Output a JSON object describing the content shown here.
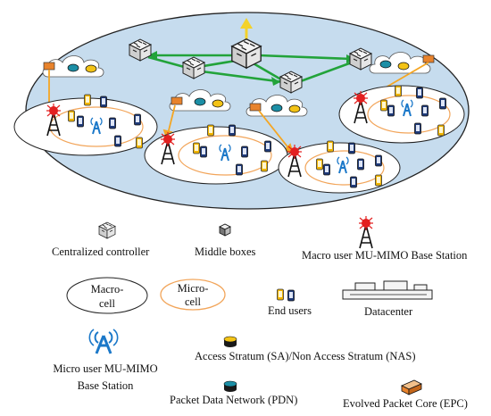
{
  "legend": {
    "centralized_controller": "Centralized controller",
    "middle_boxes": "Middle boxes",
    "macro_bs": "Macro user MU-MIMO Base Station",
    "macro_cell_line1": "Macro-",
    "macro_cell_line2": "cell",
    "micro_cell_line1": "Micro-",
    "micro_cell_line2": "cell",
    "end_users": "End users",
    "datacenter": "Datacenter",
    "micro_bs_line1": "Micro user MU-MIMO",
    "micro_bs_line2": "Base Station",
    "nas": "Access Stratum (SA)/Non Access Stratum (NAS)",
    "pdn": "Packet Data Network (PDN)",
    "epc": "Evolved Packet Core (EPC)"
  },
  "colors": {
    "network_fill": "#c6dcee",
    "cell_fill": "#ffffff",
    "micro_ring": "#f2a55a",
    "controller_link": "#22a33a",
    "uplink_arrow": "#f3d22a",
    "epc_link": "#f5a623",
    "macro_tower_light": "#e32020",
    "micro_tower": "#1b78c9",
    "user_device_gold": "#f0b400",
    "user_device_navy": "#1f3a78",
    "pdn_teal": "#1c8fa6",
    "epc_orange": "#e8832c",
    "nas_yellow": "#f3c316"
  }
}
